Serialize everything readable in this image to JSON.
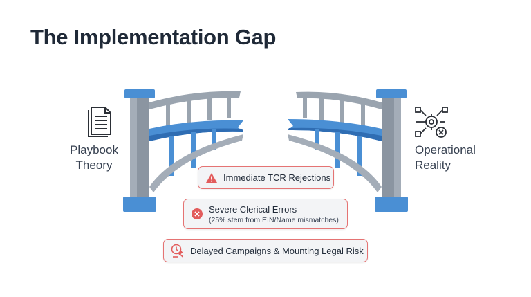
{
  "title": "The Implementation Gap",
  "left_label": {
    "line1": "Playbook",
    "line2": "Theory"
  },
  "right_label": {
    "line1": "Operational",
    "line2": "Reality"
  },
  "icons": {
    "left": "document-icon",
    "right": "network-gear-icon",
    "callout1": "warning-triangle-icon",
    "callout2": "error-x-icon",
    "callout3": "gavel-clock-icon"
  },
  "colors": {
    "bridge_blue": "#4a8fd4",
    "bridge_dark_blue": "#2f6db3",
    "pillar_gray": "#8b95a1",
    "callout_border": "#e57373",
    "alert_red": "#e25c5c"
  },
  "callouts": {
    "c1": {
      "text": "Immediate TCR Rejections"
    },
    "c2": {
      "text": "Severe Clerical Errors",
      "sub": "(25% stem from EIN/Name mismatches)"
    },
    "c3": {
      "text": "Delayed Campaigns & Mounting Legal Risk"
    }
  }
}
